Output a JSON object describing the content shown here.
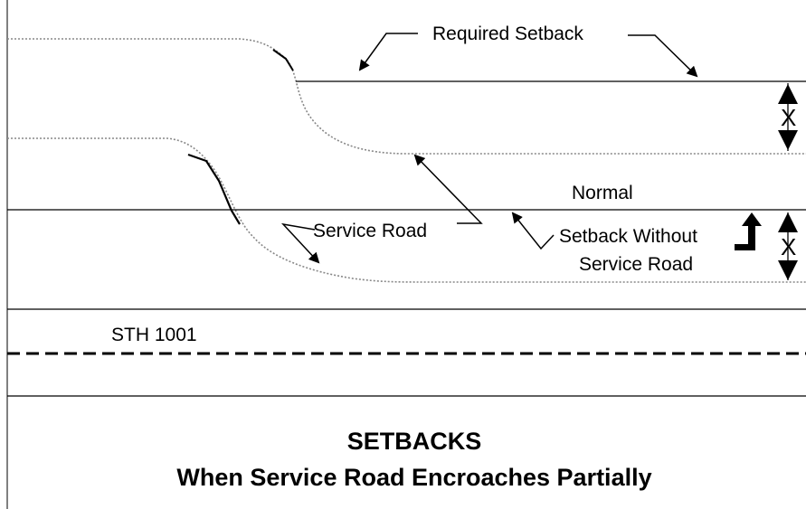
{
  "labels": {
    "required_setback": "Required Setback",
    "normal": "Normal",
    "service_road": "Service Road",
    "setback_without_line1": "Setback Without",
    "setback_without_line2": "Service Road",
    "x_marker_upper": "X",
    "x_marker_lower": "X",
    "highway": "STH 1001"
  },
  "title": {
    "line1": "SETBACKS",
    "line2": "When Service Road Encroaches Partially"
  }
}
